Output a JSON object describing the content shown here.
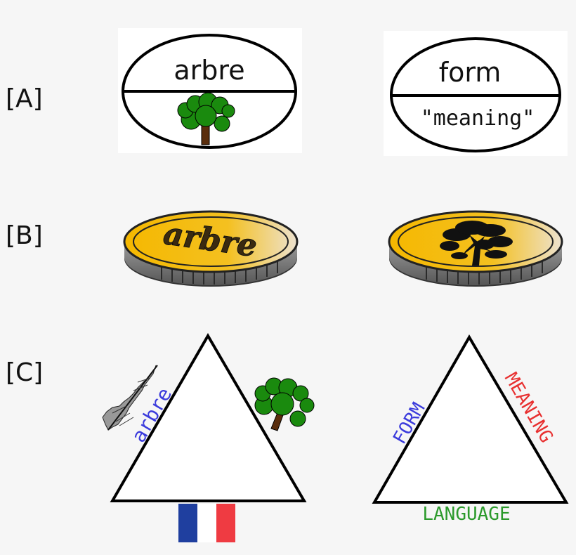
{
  "rows": {
    "a": "[A]",
    "b": "[B]",
    "c": "[C]"
  },
  "sign_a": {
    "word": "arbre",
    "form": "form",
    "meaning": "\"meaning\""
  },
  "coin": {
    "word": "arbre"
  },
  "triangle_left": {
    "word": "arbre"
  },
  "triangle_right": {
    "form": "FORM",
    "meaning": "MEANING",
    "language": "LANGUAGE"
  },
  "colors": {
    "background": "#f6f6f6",
    "tree_green": "#1a8a0e",
    "trunk_brown": "#5a2d0c",
    "coin_gold": "#f2b51a",
    "form_blue": "#3b3bdc",
    "meaning_red": "#e83030",
    "language_green": "#2c9a2c",
    "flag_blue": "#1f3f9f",
    "flag_red": "#ef3b42"
  },
  "icons": [
    "tree-icon",
    "coin-icon",
    "soundwave-icon",
    "french-flag-icon",
    "tree-silhouette-icon"
  ]
}
